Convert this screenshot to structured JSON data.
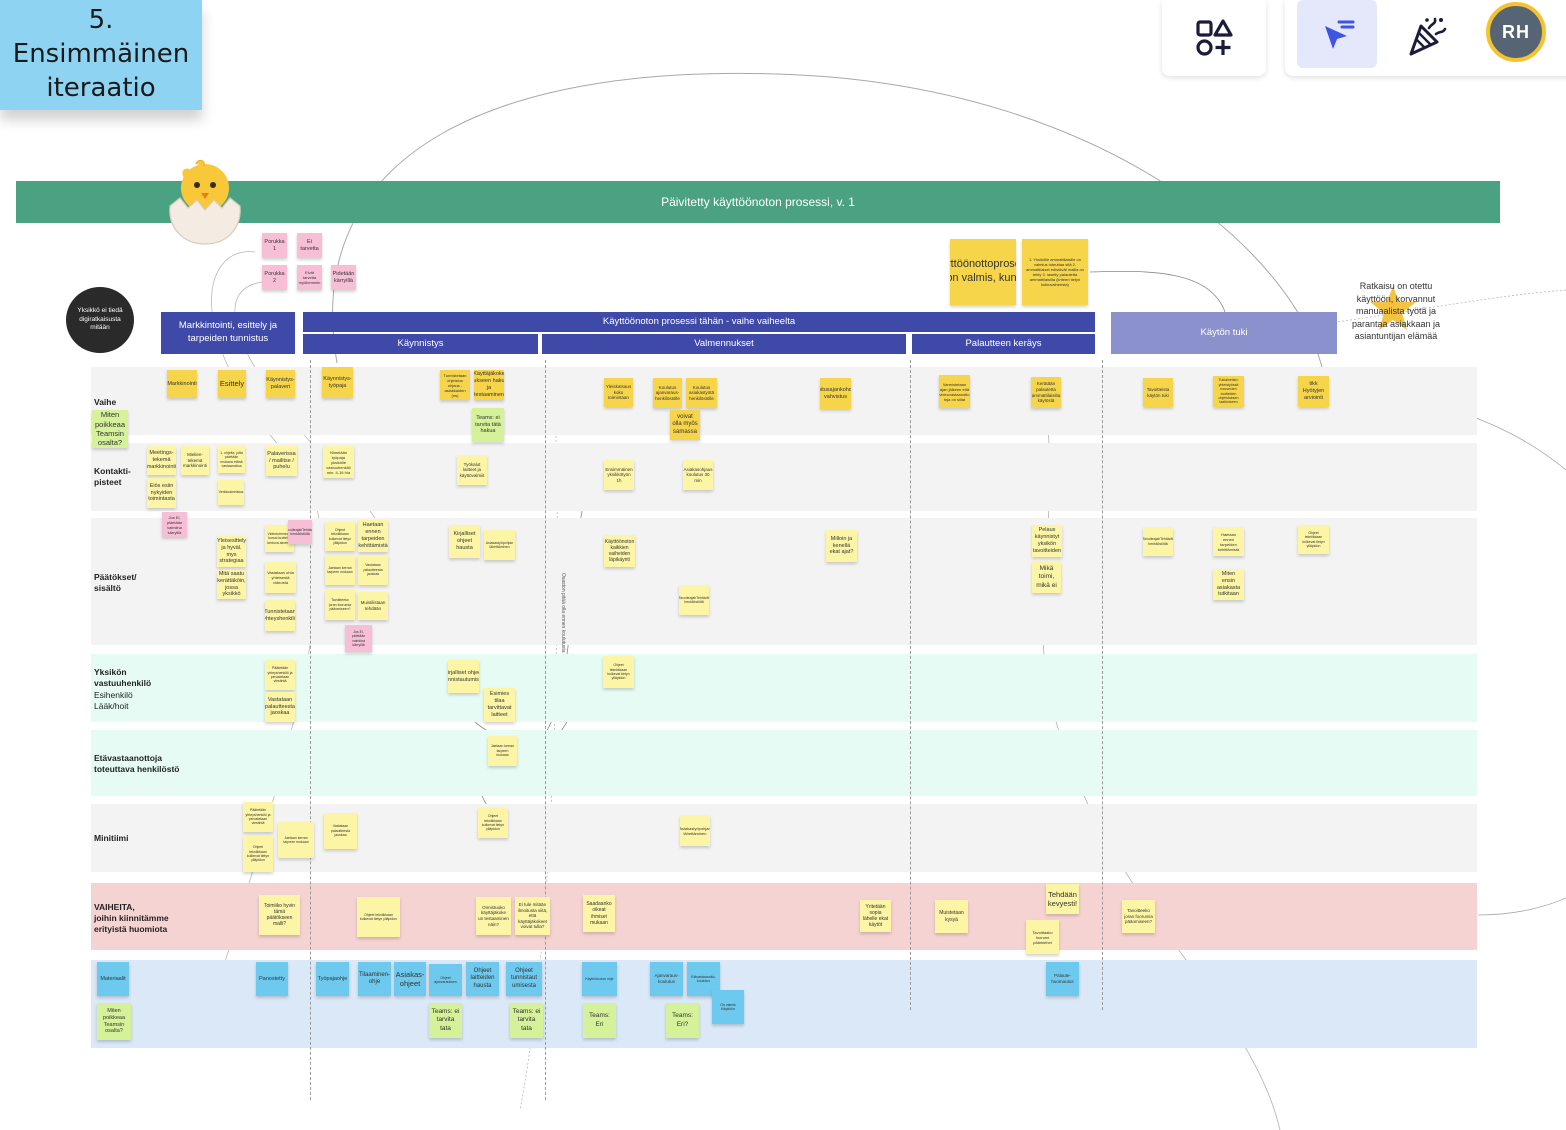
{
  "frame_title": "5. Ensimmäinen iteraatio",
  "toolbar": {
    "shapes_icon": "shapes-plus-icon",
    "select_icon": "cursor-select-icon",
    "celebrate_icon": "party-popper-icon",
    "avatar_initials": "RH"
  },
  "banner_title": "Päivitetty käyttöönoton prosessi, v. 1",
  "mascot": "hatching-chick",
  "round_note": "Yksikkö ei tiedä digiratkaisusta mitään",
  "headers": {
    "markkinointi": "Markkintointi, esittely ja tarpeiden tunnistus",
    "prosessi": "Käyttöönoton prosessi tähän - vaihe vaiheelta",
    "kaynnistys": "Käynnistys",
    "valmennukset": "Valmennukset",
    "palaute": "Palautteen keräys",
    "kayton_tuki": "Käytön tuki"
  },
  "ratkaisu_text": "Ratkaisu on otettu käyttöön, korvannut manuaalista työtä ja parantaa asiakkaan ja asiantuntijan elämää",
  "vertical_label": "Osaston pitää olla ennen koulutusta",
  "lanes": [
    {
      "title": "Vaihe",
      "sub": ""
    },
    {
      "title": "Kontakti-\npisteet",
      "sub": ""
    },
    {
      "title": "Päätökset/\nsisältö",
      "sub": ""
    },
    {
      "title": "Yksikön\nvastuuhenkilö",
      "sub": "Esihenkilö\nLääk/hoit"
    },
    {
      "title": "Etävastaanottoja\ntoteuttava henkilöstö",
      "sub": ""
    },
    {
      "title": "Minitiimi",
      "sub": ""
    },
    {
      "title": "VAIHEITA,\njoihin kiinnitämme\nerityistä huomiota",
      "sub": ""
    },
    {
      "title": "",
      "sub": ""
    }
  ],
  "notes": {
    "porukka1": "Porukka 1",
    "ei_tarvetta": "Ei tarvetta",
    "porukka2": "Porukka 2",
    "eivat_tarvetta": "Eivät tarvetta myöhemmin",
    "pidetaan": "Pidetään kärryillä",
    "kayttoonotto_valmis": "Käyttöönottoprosessi on valmis, kun:",
    "valmis_kriteerit": "1. Yksikölle ammattilaisille on valmius toteuttaa sitä 2. ammattilaiset edistävät mallia on tehty 3. lasetty palautetta ammattilaisilta (kriteeri tietyn kulkuvaiheesta)",
    "markkinointi": "Markkinointi",
    "esittely": "Esittely",
    "kaynnistyspalaveri": "Käynnistys-palaveri",
    "kaynnistystyopaja": "Käynnistys-työpaja",
    "tunnistetaan": "Tunnistetaan ohjeistus ohjaus - asiakkaiden (ns)",
    "kayttajakoe": "Käyttäjäkoke ukseen haku ja testaaminen",
    "teams_ei_haku": "Teams: ei tarvita tätä hakua",
    "yleiskatsaus": "Yleiskatsaus koko toimintaan",
    "koulutus_ajanvaraus": "Koulutus ajanvaraus-henkilöstölle",
    "koulutus_ammattilaiset": "Koulutus asiakastyötä henkilöstölle",
    "voivat_samassa": "voivat olla myös samassa",
    "aloitusaja": "Aloitusajankohdan vahvistus",
    "varmistetaan": "Varmistetaan ajan jälkeen että videovastaanotto toja on sillat",
    "kerataan_palaute": "Kerätään palautetta ammattilaisilta käytöstä",
    "tavoitteista": "Tavoitteista käytön tuki",
    "tukiaineisto": "Tukiaineisto: yhteistyössä nousevien tuotteiden ohjeistuksen laatimiseen",
    "hyotyjen": "tikk Hyötyjen arviointi",
    "miten_poikkeaa_1": "Miten poikkeaa Teamsin osalta?",
    "meetings": "Meetings-tekemä markkinointi",
    "mielien": "Mielien-tekemä markkinointi",
    "laskettu": "1. ohjeita, jotta pidetään mukana etänä vastaanottoa",
    "palaverissa": "Palaverissa / mailitse / puhelu",
    "nimetaan": "Nimetään työpaja yksikölle vastuuhenkilö min. 4-16 h/a",
    "eios_esiin": "Eiös esiin nykyiden toimintasta",
    "tyokalut": "Työkalut laitteet ja käyttövalmiit",
    "ensimmainen": "Ensimmäinen yksikkötyön 1h",
    "asiakasohjaus": "Asiakasohjaus koulutus 30 min",
    "jos_ei": "Jos Ei, pidetään valmiina kärryillä",
    "yleisesittely": "Yleisesittely ja hyväl. mys strategiaa",
    "mita_saatu": "Mitä saatu kerättäköin, jossa yksikkö",
    "videotoiminnan": "Videotoiminnan kurssi tuotteita kertova aineisto",
    "ehdotus": "Vastataan ohta yhteisestä videosta",
    "tunnistetaan_yht": "Tunnistetaan yhteyshenkilö",
    "kirjalliset_ohjeet_haku": "Kirjalliset ohjeet hausta",
    "kayttoonoton_kaikkien": "Käyttöönoton kaikkien vaiheiden läpikäynti",
    "milloin": "Milloin ja kenellä ekat ajat?",
    "pelaus": "Pelaus käynnistyt yksikön tavoitteiden",
    "mika_toimi": "Mikä toimi, mikä ei",
    "tavoiteajat": "Tavoiteajat/Tehtävät henkilöstöltä",
    "haetaan": "Haetaan ennen tarpeiden kehittämistä",
    "miten_asiakasta": "Miten ensin asiakasta tutkitaan",
    "kirjalliset_tunnistautu": "Kirjalliset ohjeet tunnistautumista",
    "esimies": "Esimies tilaa tarvittavat laitteet",
    "jaetaan": "Jaetaan kerran tarpeen mukaan",
    "verkkoaineisto": "Verkkoaineistoa",
    "vastataan": "Vastataan palautteesta jaoskaa",
    "paatetaan": "Päätetään yhteyshenkilö ja perustetaan viestintä",
    "muistilistaan": "Muistilistaan tehdään",
    "ohjeet_tekniikkaan": "Ohjeet tekniikkaan kulkevat tietyn ylläpidon",
    "asiakastyo": "Asiakastyöpohjan lähettäminen",
    "toimiiko": "Toimiiko hyvin tämä päätökseen malli?",
    "onnistuuko": "Onnistuuko käyttäjäkoke un testaaminen näin?",
    "ei_tule_mitaan": "Ei tule mitään ilmoitusta siitä, että käyttäjäkokeet voivat tulla?",
    "saadaanko": "Saadaanko oikeat ihmiset mukaan",
    "yritetaan": "Yritetään sopia lähelle ekat käytöt",
    "muistetaan": "Muistetaan kysyä",
    "tehdaan_kevyesti": "Tehdään kevyesti!",
    "tavoittaako": "Tavoittaako foorumi päämiehet",
    "tavoitteeko": "Tavoitteeko joran foorumia pääomiseen?",
    "materiaalit": "Materiaalit",
    "panostetty": "Panostetty",
    "tyopajaohje": "Työpajaohje",
    "tilaaminen": "Tilaaminen-ohje",
    "asiakasohjeet": "Asiakas-ohjeet",
    "ohjeet_ajanvaraus": "Ohjeet ajanvarauksen",
    "ohjeet_laitteiden": "Ohjeet laitteiden hausta",
    "ohjeet_tunnistautumisesta": "Ohjeet tunnistaut umisesta",
    "kayttoonoton_ohje": "Käyttöönoton ohje",
    "ajanvaraus_koulutus": "Ajanvaraus-koulutus",
    "etavastaanotto_koulutus": "Etävastaanotto-koulutus",
    "on_valmis": "On valmis Käyttöön",
    "palaute_huom": "Palaute-huomautus",
    "teams_ei_tata_1": "Teams: ei tarvita tata",
    "teams_ei_tata_2": "Teams: ei tarvita tata",
    "teams_eri_1": "Teams: Eri",
    "teams_eri_2": "Teams: Eri?",
    "miten_poikkeaa_2": "Miten poikkeaa Teamsin osalta?"
  }
}
